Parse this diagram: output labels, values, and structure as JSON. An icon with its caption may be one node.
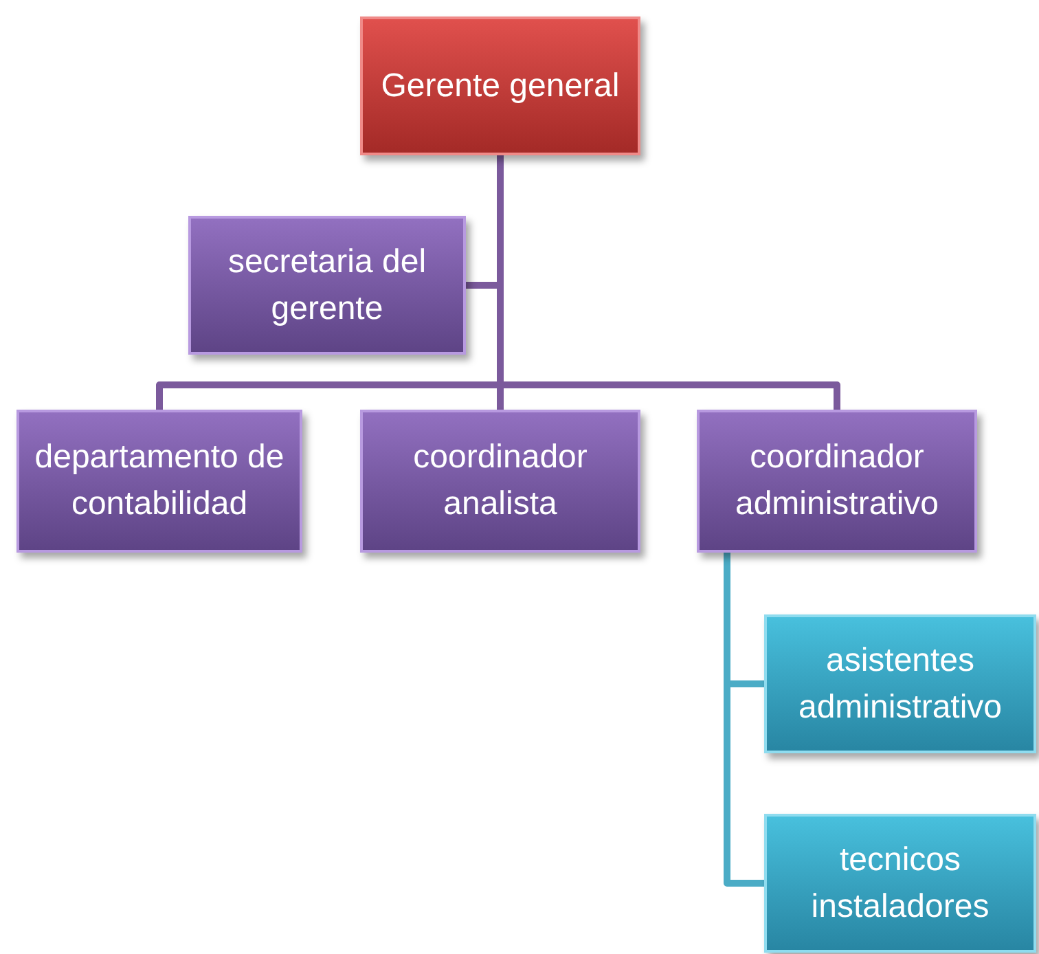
{
  "diagram": {
    "nodes": [
      {
        "text": [
          "Gerente general"
        ]
      },
      {
        "text": [
          "secretaria del gerente"
        ]
      },
      {
        "text": [
          "departamento de contabilidad"
        ]
      },
      {
        "text": [
          "coordinador analista"
        ]
      },
      {
        "text": [
          "coordinador administrativo"
        ]
      },
      {
        "text": [
          "asistentes administrativo"
        ]
      },
      {
        "text": [
          "tecnicos instaladores"
        ]
      }
    ],
    "edges": [
      {
        "from": 0,
        "to": 1,
        "arrow": "none"
      },
      {
        "from": 0,
        "to": 2,
        "arrow": "none"
      },
      {
        "from": 0,
        "to": 3,
        "arrow": "none"
      },
      {
        "from": 0,
        "to": 4,
        "arrow": "none"
      },
      {
        "from": 4,
        "to": 5,
        "arrow": "none",
        "color": "#4bacc6"
      },
      {
        "from": 4,
        "to": 6,
        "arrow": "none",
        "color": "#4bacc6"
      }
    ]
  }
}
